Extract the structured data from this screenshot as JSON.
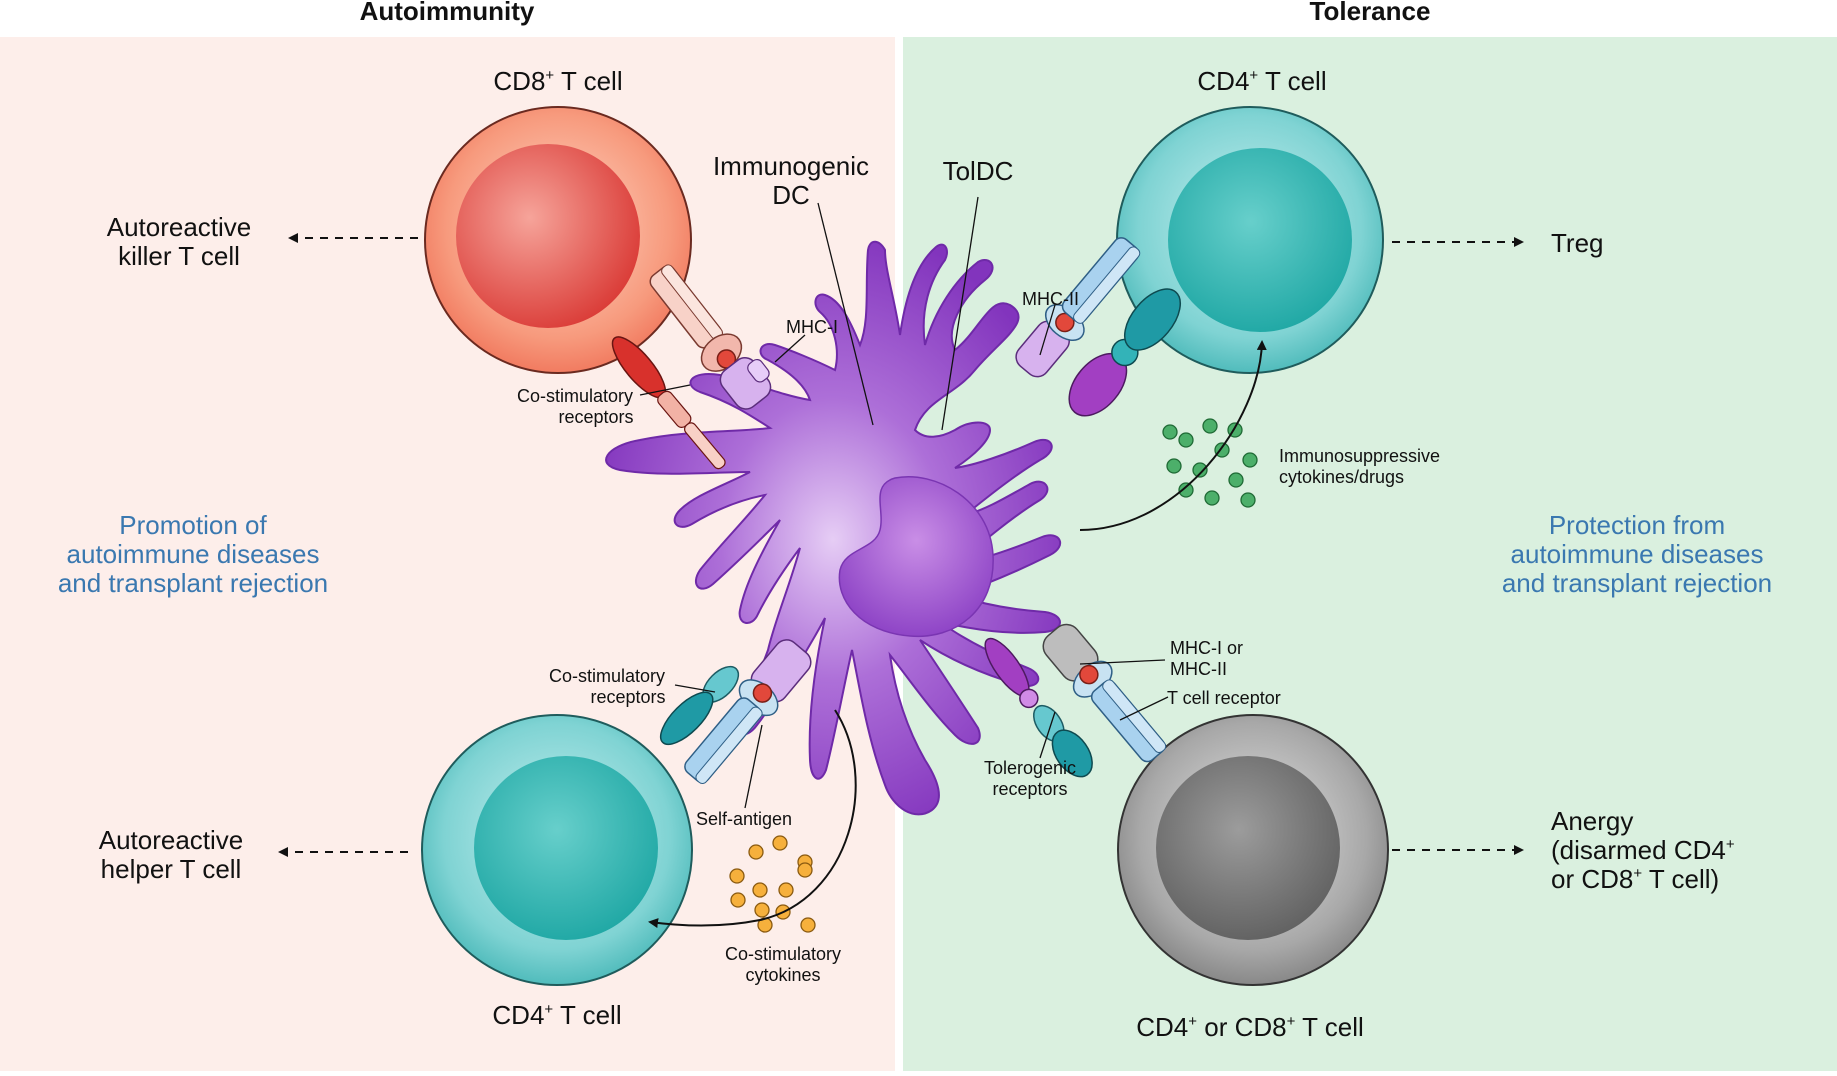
{
  "headers": {
    "left": "Autoimmunity",
    "right": "Tolerance"
  },
  "cells": {
    "cd8_top_left": {
      "name": "CD8",
      "sup": "+",
      "suffix": " T cell"
    },
    "cd4_bottom_left": {
      "name": "CD4",
      "sup": "+",
      "suffix": " T cell"
    },
    "cd4_top_right": {
      "name": "CD4",
      "sup": "+",
      "suffix": " T cell"
    },
    "cd4_cd8_bottom_right": {
      "a": "CD4",
      "sup1": "+",
      "mid": " or CD8",
      "sup2": "+",
      "suffix": " T cell"
    }
  },
  "dc_labels": {
    "immunogenic_line1": "Immunogenic",
    "immunogenic_line2": "DC",
    "toldc": "TolDC"
  },
  "outcomes": {
    "killer_line1": "Autoreactive",
    "killer_line2": "killer T cell",
    "helper_line1": "Autoreactive",
    "helper_line2": "helper T cell",
    "treg": "Treg",
    "anergy_line1": "Anergy",
    "anergy_line2": "(disarmed CD4",
    "anergy_line2_sup": "+",
    "anergy_line3a": "or CD8",
    "anergy_line3_sup": "+",
    "anergy_line3b": " T cell)"
  },
  "effects": {
    "left_line1": "Promotion of",
    "left_line2": "autoimmune diseases",
    "left_line3": "and transplant rejection",
    "right_line1": "Protection from",
    "right_line2": "autoimmune diseases",
    "right_line3": "and transplant rejection"
  },
  "molecule_labels": {
    "mhc1": "MHC-I",
    "mhc2": "MHC-II",
    "costim_top_1": "Co-stimulatory",
    "costim_top_2": "receptors",
    "costim_bottom_1": "Co-stimulatory",
    "costim_bottom_2": "receptors",
    "self_antigen": "Self-antigen",
    "costim_cytokines_1": "Co-stimulatory",
    "costim_cytokines_2": "cytokines",
    "immunosuppressive_1": "Immunosuppressive",
    "immunosuppressive_2": "cytokines/drugs",
    "mhc_or_1": "MHC-I or",
    "mhc_or_2": "MHC-II",
    "tcr": "T cell receptor",
    "tolerogenic_1": "Tolerogenic",
    "tolerogenic_2": "receptors"
  },
  "colors": {
    "left_panel": "#fdeeea",
    "right_panel": "#daf0df",
    "killer_cell": "#f27b63",
    "teal_cell": "#4fbfbf",
    "gray_cell": "#8c8c8c",
    "dc_purple": "#8a3fc4",
    "blue_text": "#3a78b0",
    "orange_dots": "#f6b03c",
    "green_dots": "#4caf6a"
  }
}
